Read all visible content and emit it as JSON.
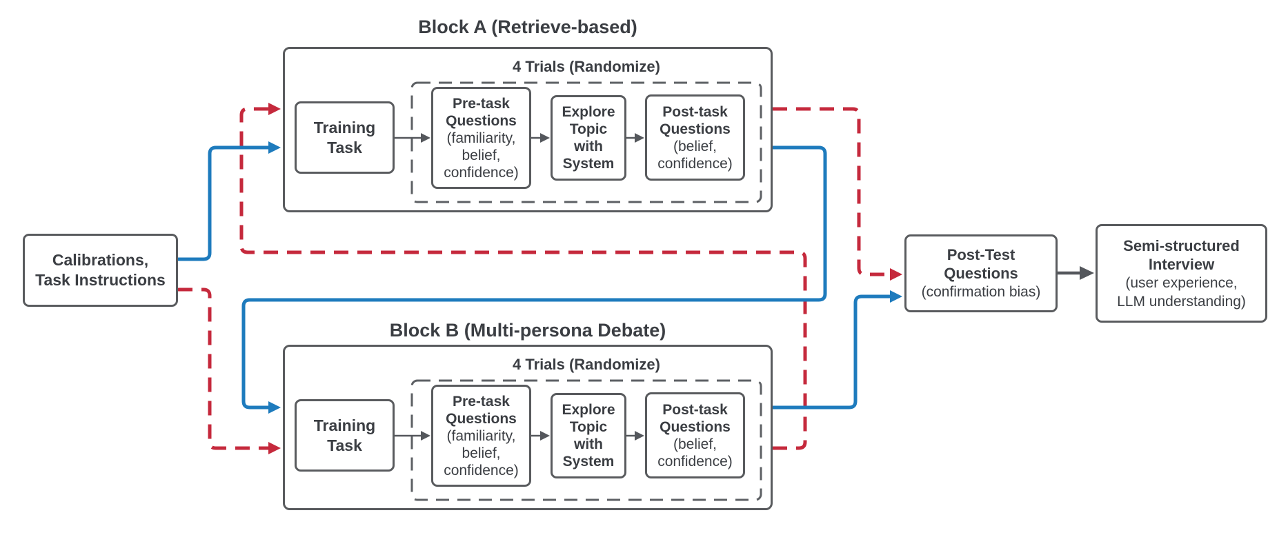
{
  "colors": {
    "blue": "#1e7bbd",
    "red": "#c5293c",
    "border": "#595b5e",
    "dashborder": "#5d6064",
    "text": "#3b3e43",
    "grayarrow": "#54575c",
    "bg": "#ffffff"
  },
  "block_a": {
    "title": "Block A (Retrieve-based)",
    "trials_label": "4 Trials (Randomize)",
    "training": [
      "Training",
      "Task"
    ],
    "pretask": [
      "Pre-task",
      "Questions",
      "(familiarity,",
      "belief,",
      "confidence)"
    ],
    "explore": [
      "Explore",
      "Topic",
      "with",
      "System"
    ],
    "posttask": [
      "Post-task",
      "Questions",
      "(belief,",
      "confidence)"
    ]
  },
  "block_b": {
    "title": "Block B (Multi-persona Debate)",
    "trials_label": "4 Trials (Randomize)",
    "training": [
      "Training",
      "Task"
    ],
    "pretask": [
      "Pre-task",
      "Questions",
      "(familiarity,",
      "belief,",
      "confidence)"
    ],
    "explore": [
      "Explore",
      "Topic",
      "with",
      "System"
    ],
    "posttask": [
      "Post-task",
      "Questions",
      "(belief,",
      "confidence)"
    ]
  },
  "calibrations": [
    "Calibrations,",
    "Task Instructions"
  ],
  "post_test": [
    "Post-Test",
    "Questions",
    "(confirmation bias)"
  ],
  "interview": [
    "Semi-structured",
    "Interview",
    "(user experience,",
    "LLM understanding)"
  ]
}
